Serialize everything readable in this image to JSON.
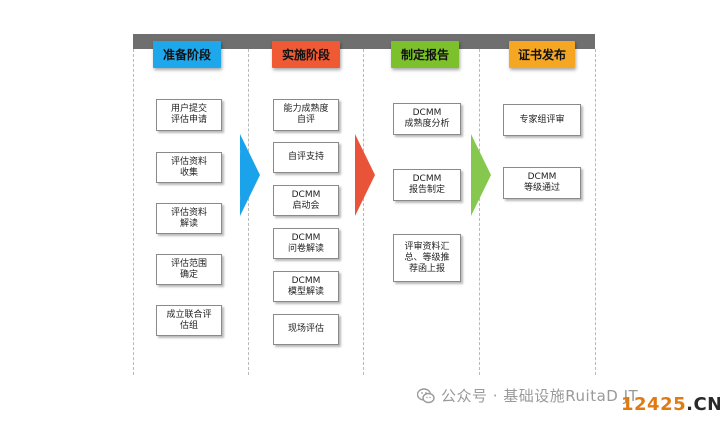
{
  "colors": {
    "topbar": "#6f6f6f",
    "phase_prepare": "#1ea7ea",
    "phase_implement": "#ef5a35",
    "phase_report": "#7cc12b",
    "phase_certify": "#f5a622",
    "arrow_blue": "#1aa3ea",
    "arrow_red": "#e8533a",
    "arrow_green": "#86c84d"
  },
  "phases": [
    {
      "label": "准备阶段",
      "color": "#1ea7ea"
    },
    {
      "label": "实施阶段",
      "color": "#ef5a35"
    },
    {
      "label": "制定报告",
      "color": "#7cc12b"
    },
    {
      "label": "证书发布",
      "color": "#f5a622"
    }
  ],
  "steps": {
    "prepare": [
      "用户提交\n评估申请",
      "评估资料\n收集",
      "评估资料\n解读",
      "评估范围\n确定",
      "成立联合评\n估组"
    ],
    "implement": [
      "能力成熟度\n自评",
      "自评支持",
      "DCMM\n启动会",
      "DCMM\n问卷解读",
      "DCMM\n模型解读",
      "现场评估"
    ],
    "report": [
      "DCMM\n成熟度分析",
      "DCMM\n报告制定",
      "评审资料汇\n总、等级推\n荐函上报"
    ],
    "certify": [
      "专家组评审",
      "DCMM\n等级通过"
    ]
  },
  "footer": {
    "caption": "公众号 · 基础设施RuitaD JT",
    "icon": "wechat-icon",
    "watermark_num": "12425",
    "watermark_domain": ".CN"
  }
}
